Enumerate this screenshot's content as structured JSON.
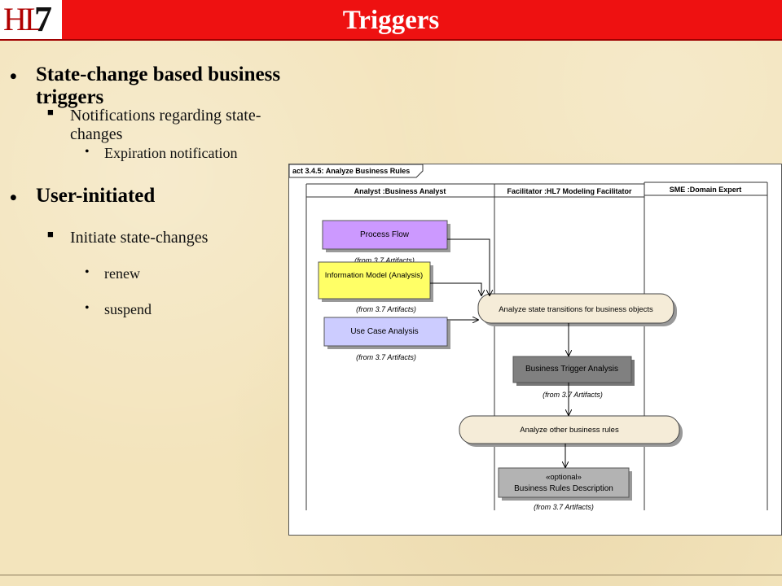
{
  "slide": {
    "title": "Triggers",
    "logo": {
      "hl": "HL",
      "seven": "7"
    }
  },
  "bullets": [
    {
      "level": 1,
      "text": "State-change based business triggers"
    },
    {
      "level": 2,
      "text": "Notifications regarding state-changes"
    },
    {
      "level": 3,
      "text": "Expiration notification"
    },
    {
      "level": 1,
      "text": "User-initiated"
    },
    {
      "level": 2,
      "text": "Initiate state-changes"
    },
    {
      "level": 3,
      "text": "renew"
    },
    {
      "level": 3,
      "text": "suspend"
    }
  ],
  "diagram": {
    "frame_label": "act 3.4.5: Analyze Business Rules",
    "lanes": [
      "Analyst :Business Analyst",
      "Facilitator :HL7 Modeling Facilitator",
      "SME :Domain Expert"
    ],
    "artifacts": [
      {
        "label": "Process Flow",
        "from": "(from 3.7 Artifacts)",
        "color": "#cc99ff"
      },
      {
        "label": "Information Model (Analysis)",
        "from": "(from 3.7 Artifacts)",
        "color": "#ffff66"
      },
      {
        "label": "Use Case Analysis",
        "from": "(from 3.7 Artifacts)",
        "color": "#ccccff"
      }
    ],
    "activities": [
      "Analyze state transitions for business objects",
      "Analyze other business rules"
    ],
    "outputs": [
      {
        "label": "Business Trigger Analysis",
        "from": "(from 3.7 Artifacts)",
        "color": "#808080"
      },
      {
        "stereotype": "«optional»",
        "label": "Business Rules Description",
        "from": "(from 3.7 Artifacts)",
        "color": "#b3b3b3"
      }
    ]
  },
  "colors": {
    "title_bar": "#ee1111",
    "background": "#f3e4bc",
    "activity_fill": "#f5ecd8"
  }
}
